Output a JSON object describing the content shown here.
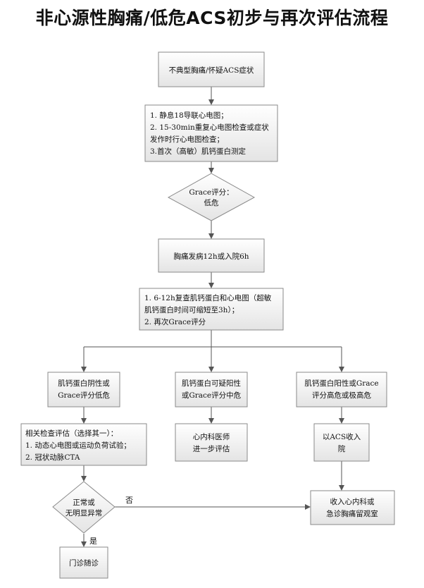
{
  "title": "非心源性胸痛/低危ACS初步与再次评估流程",
  "nodes": {
    "start": [
      "不典型胸痛/怀疑ACS症状"
    ],
    "initial_eval": [
      "1. 静息18导联心电图；",
      "2. 15-30min重复心电图检查或症状",
      "发作时行心电图检查；",
      "3.首次（高敏）肌钙蛋白测定"
    ],
    "grace1": [
      "Grace评分：",
      "低危"
    ],
    "timing": [
      "胸痛发病12h或入院6h"
    ],
    "recheck": [
      "1. 6-12h复查肌钙蛋白和心电图（超敏",
      "肌钙蛋白时间可缩短至3h）；",
      "2. 再次Grace评分"
    ],
    "low": [
      "肌钙蛋白阴性或",
      "Grace评分低危"
    ],
    "mid": [
      "肌钙蛋白可疑阳性",
      "或Grace评分中危"
    ],
    "high": [
      "肌钙蛋白阳性或Grace",
      "评分高危或极高危"
    ],
    "related_tests": [
      "相关检查评估（选择其一）：",
      "1. 动态心电图或运动负荷试验；",
      "2. 冠状动脉CTA"
    ],
    "cardio": [
      "心内科医师",
      "进一步评估"
    ],
    "acs_admit": [
      "以ACS收入",
      "院"
    ],
    "normal_q": [
      "正常或",
      "无明显异常"
    ],
    "admit_obs": [
      "收入心内科或",
      "急诊胸痛留观室"
    ],
    "followup": [
      "门诊随诊"
    ]
  },
  "edge_labels": {
    "no": "否",
    "yes": "是"
  }
}
